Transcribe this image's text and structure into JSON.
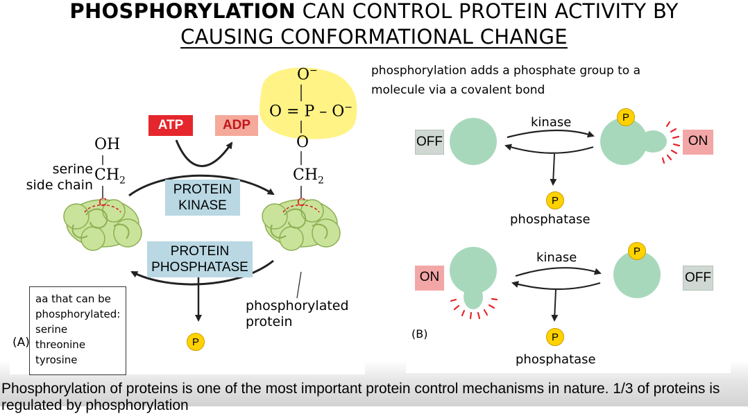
{
  "title": {
    "line1_bold": "PHOSPHORYLATION",
    "line1_rest": " CAN CONTROL PROTEIN ACTIVITY BY",
    "line2": "CAUSING CONFORMATIONAL CHANGE"
  },
  "definition": "phosphorylation adds a phosphate group to a molecule via a covalent bond",
  "panel_a": {
    "atp": "ATP",
    "adp": "ADP",
    "serine_label_1": "serine",
    "serine_label_2": "side chain",
    "oh": "OH",
    "ch2_left": "CH",
    "ch2_right": "CH",
    "sub2": "2",
    "c_left": "C",
    "c_right": "C",
    "o_link": "O",
    "phosphate_top": "O",
    "phosphate_mid": "O = P – O",
    "minus": "−",
    "kinase_box_1": "PROTEIN",
    "kinase_box_2": "KINASE",
    "phosphatase_box_1": "PROTEIN",
    "phosphatase_box_2": "PHOSPHATASE",
    "phosphorylated_1": "phosphorylated",
    "phosphorylated_2": "protein",
    "p_released": "P",
    "panel_label": "(A)"
  },
  "aa_box": {
    "line1": "aa that can be",
    "line2": "phosphorylated:",
    "line3": "serine",
    "line4": "threonine",
    "line5": "tyrosine"
  },
  "panel_b": {
    "top": {
      "off": "OFF",
      "on": "ON",
      "kinase": "kinase",
      "phosphatase": "phosphatase",
      "p1": "P",
      "p2": "P"
    },
    "bottom": {
      "on": "ON",
      "off": "OFF",
      "kinase": "kinase",
      "phosphatase": "phosphatase",
      "p1": "P",
      "p2": "P"
    },
    "panel_label": "(B)"
  },
  "footer": "Phosphorylation of proteins is one of the most important protein control mechanisms in nature. 1/3 of proteins is regulated by phosphorylation",
  "colors": {
    "protein_green": "#c9e39a",
    "protein_teal": "#a8d8bc",
    "atp_red": "#e5262c",
    "adp_pink": "#f5a99a",
    "phosphate_yellow": "#fff385",
    "p_yellow": "#ffd200",
    "box_blue": "#b9d8e3"
  }
}
